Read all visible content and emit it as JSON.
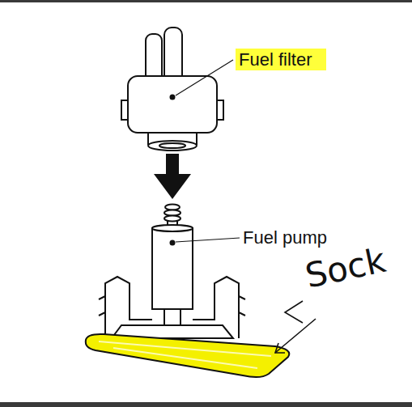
{
  "diagram": {
    "labels": [
      "Fuel filter",
      "Fuel pump",
      "Sock"
    ]
  }
}
